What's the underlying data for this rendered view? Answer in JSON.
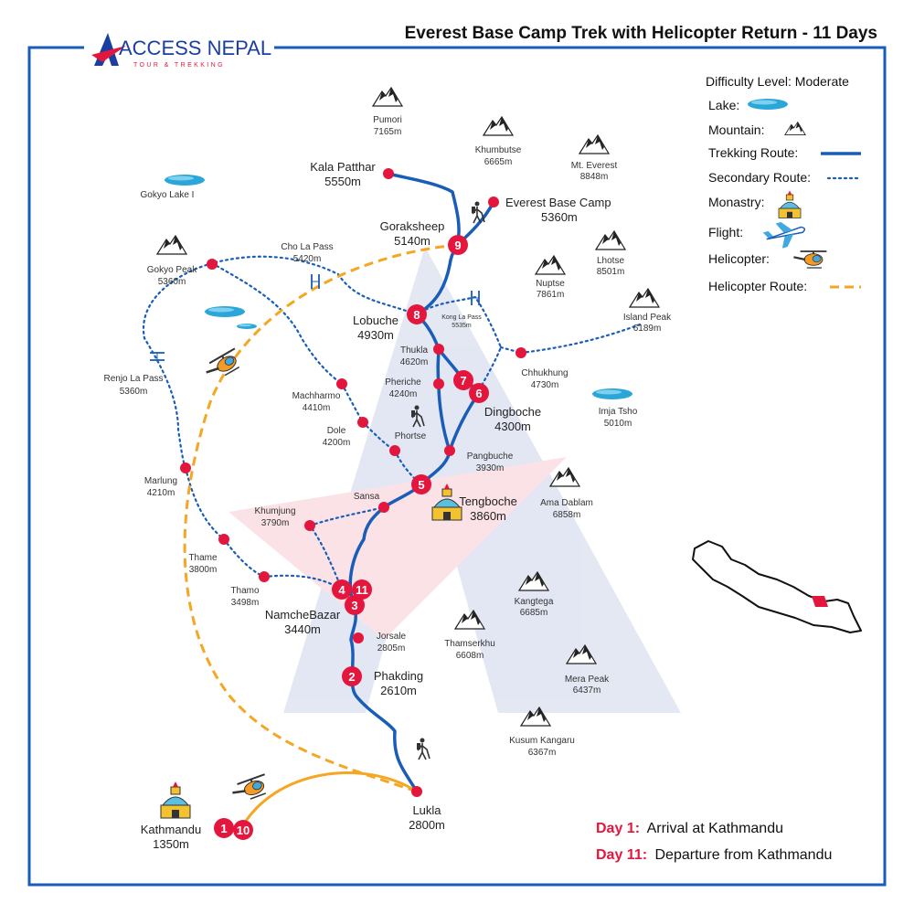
{
  "title": "Everest Base Camp Trek with Helicopter Return - 11 Days",
  "logo": {
    "name": "ACCESS NEPAL",
    "tagline": "TOUR & TREKKING"
  },
  "legend": {
    "difficulty": "Difficulty Level: Moderate",
    "lake": "Lake:",
    "mountain": "Mountain:",
    "trekking_route": "Trekking Route:",
    "secondary_route": "Secondary Route:",
    "monastery": "Monastry:",
    "flight": "Flight:",
    "helicopter": "Helicopter:",
    "helicopter_route": "Helicopter Route:"
  },
  "colors": {
    "route": "#1a5db8",
    "marker": "#e3173e",
    "heli_route": "#f5a623",
    "border": "#1a5db8"
  },
  "mountains": [
    {
      "name": "Pumori",
      "elev": "7165m"
    },
    {
      "name": "Khumbutse",
      "elev": "6665m"
    },
    {
      "name": "Mt. Everest",
      "elev": "8848m"
    },
    {
      "name": "Gokyo Peak",
      "elev": "5360m"
    },
    {
      "name": "Nuptse",
      "elev": "7861m"
    },
    {
      "name": "Lhotse",
      "elev": "8501m"
    },
    {
      "name": "Island Peak",
      "elev": "6189m"
    },
    {
      "name": "Ama Dablam",
      "elev": "6858m"
    },
    {
      "name": "Kangtega",
      "elev": "6685m"
    },
    {
      "name": "Thamserkhu",
      "elev": "6608m"
    },
    {
      "name": "Mera Peak",
      "elev": "6437m"
    },
    {
      "name": "Kusum Kangaru",
      "elev": "6367m"
    }
  ],
  "lakes": [
    {
      "name": "Gokyo Lake I"
    },
    {
      "name": "Imja Tsho",
      "elev": "5010m"
    }
  ],
  "places": {
    "kala_patthar": {
      "name": "Kala Patthar",
      "elev": "5550m"
    },
    "ebc": {
      "name": "Everest Base Camp",
      "elev": "5360m"
    },
    "gorakshep": {
      "name": "Goraksheep",
      "elev": "5140m"
    },
    "cho_la": {
      "name": "Cho La Pass",
      "elev": "5420m"
    },
    "lobuche": {
      "name": "Lobuche",
      "elev": "4930m"
    },
    "kong_la": {
      "name": "Kong La Pass",
      "elev": "5535m"
    },
    "thukla": {
      "name": "Thukla",
      "elev": "4620m"
    },
    "pheriche": {
      "name": "Pheriche",
      "elev": "4240m"
    },
    "chhukhung": {
      "name": "Chhukhung",
      "elev": "4730m"
    },
    "dingboche": {
      "name": "Dingboche",
      "elev": "4300m"
    },
    "renjo_la": {
      "name": "Renjo La Pass",
      "elev": "5360m"
    },
    "machharmo": {
      "name": "Machharmo",
      "elev": "4410m"
    },
    "dole": {
      "name": "Dole",
      "elev": "4200m"
    },
    "phortse": {
      "name": "Phortse"
    },
    "pangbuche": {
      "name": "Pangbuche",
      "elev": "3930m"
    },
    "marlung": {
      "name": "Marlung",
      "elev": "4210m"
    },
    "sansa": {
      "name": "Sansa"
    },
    "tengboche": {
      "name": "Tengboche",
      "elev": "3860m"
    },
    "khumjung": {
      "name": "Khumjung",
      "elev": "3790m"
    },
    "thame": {
      "name": "Thame",
      "elev": "3800m"
    },
    "thamo": {
      "name": "Thamo",
      "elev": "3498m"
    },
    "namche": {
      "name": "NamcheBazar",
      "elev": "3440m"
    },
    "jorsale": {
      "name": "Jorsale",
      "elev": "2805m"
    },
    "phakding": {
      "name": "Phakding",
      "elev": "2610m"
    },
    "lukla": {
      "name": "Lukla",
      "elev": "2800m"
    },
    "kathmandu": {
      "name": "Kathmandu",
      "elev": "1350m"
    }
  },
  "markers": [
    "1",
    "2",
    "3",
    "4",
    "5",
    "6",
    "7",
    "8",
    "9",
    "10",
    "11"
  ],
  "days": [
    {
      "label": "Day 1:",
      "text": "Arrival at Kathmandu"
    },
    {
      "label": "Day 11:",
      "text": "Departure from Kathmandu"
    }
  ]
}
